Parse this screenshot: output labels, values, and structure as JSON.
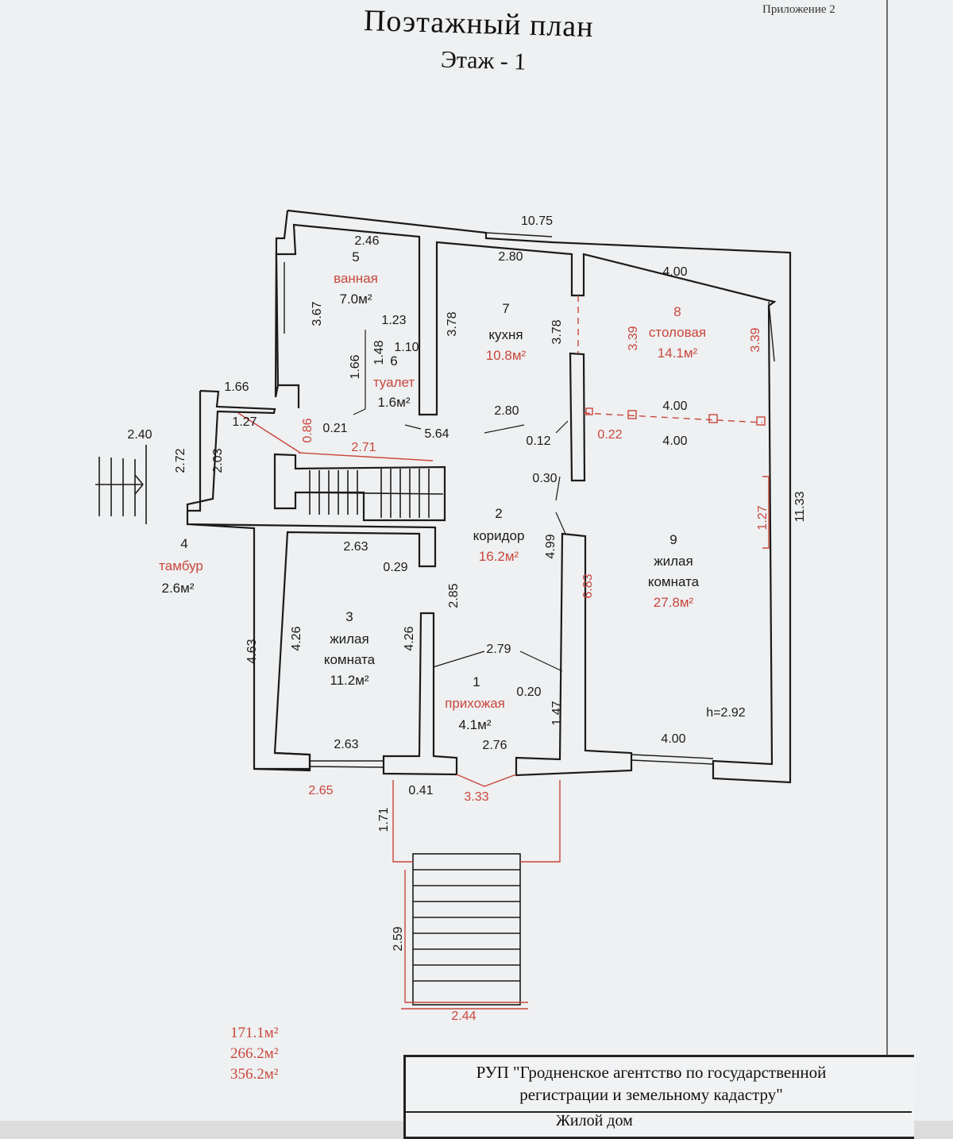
{
  "header": {
    "appendix": "Приложение 2",
    "title": "Поэтажный план",
    "floor": "Этаж - 1"
  },
  "rooms": [
    {
      "num": "1",
      "name": "прихожая",
      "area": "4.1м²"
    },
    {
      "num": "2",
      "name": "коридор",
      "area": "16.2м²"
    },
    {
      "num": "3",
      "name": "жилая\nкомната",
      "area": "11.2м²"
    },
    {
      "num": "4",
      "name": "тамбур",
      "area": "2.6м²"
    },
    {
      "num": "5",
      "name": "ванная",
      "area": "7.0м²"
    },
    {
      "num": "6",
      "name": "туалет",
      "area": "1.6м²"
    },
    {
      "num": "7",
      "name": "кухня",
      "area": "10.8м²"
    },
    {
      "num": "8",
      "name": "столовая",
      "area": "14.1м²"
    },
    {
      "num": "9",
      "name": "жилая\nкомната",
      "area": "27.8м²"
    }
  ],
  "dimensions": {
    "d_10_75": "10.75",
    "d_2_46": "2.46",
    "d_2_80_top": "2.80",
    "d_4_00_top": "4.00",
    "d_3_67": "3.67",
    "d_1_23": "1.23",
    "d_1_48": "1.48",
    "d_1_10": "1.10",
    "d_1_66_v": "1.66",
    "d_3_78_a": "3.78",
    "d_3_78_b": "3.78",
    "d_3_39_a": "3.39",
    "d_3_39_b": "3.39",
    "d_1_66_h": "1.66",
    "d_1_27_s": "1.27",
    "d_0_86": "0.86",
    "d_0_21": "0.21",
    "d_5_64": "5.64",
    "d_2_80_mid": "2.80",
    "d_0_12": "0.12",
    "d_0_22": "0.22",
    "d_4_00_m1": "4.00",
    "d_4_00_m2": "4.00",
    "d_2_40": "2.40",
    "d_2_72": "2.72",
    "d_2_03": "2.03",
    "d_2_71": "2.71",
    "d_0_30": "0.30",
    "d_1_27_r": "1.27",
    "d_11_33": "11.33",
    "d_2_63_top": "2.63",
    "d_0_29": "0.29",
    "d_2_85": "2.85",
    "d_4_99": "4.99",
    "d_6_83": "6.83",
    "d_4_63": "4.63",
    "d_4_26_a": "4.26",
    "d_4_26_b": "4.26",
    "d_2_79": "2.79",
    "d_0_20": "0.20",
    "d_1_47": "1.47",
    "d_h": "h=2.92",
    "d_2_63_bot": "2.63",
    "d_2_76": "2.76",
    "d_4_00_bot": "4.00",
    "d_2_65": "2.65",
    "d_0_41": "0.41",
    "d_3_33": "3.33",
    "d_1_71": "1.71",
    "d_2_59": "2.59",
    "d_2_44": "2.44"
  },
  "totals": [
    "171.1м²",
    "266.2м²",
    "356.2м²"
  ],
  "stamp": {
    "org_line1": "РУП \"Гродненское агентство по государственной",
    "org_line2": "регистрации  и земельному кадастру\"",
    "object": "Жилой дом"
  },
  "colors": {
    "accent_red": "#c9463c",
    "wall": "#1b1b1b",
    "paper": "#eef0f1"
  }
}
